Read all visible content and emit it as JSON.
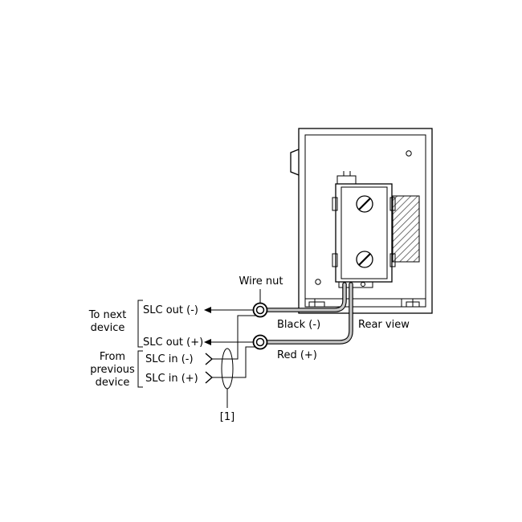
{
  "labels": {
    "to_next_device_line1": "To next",
    "to_next_device_line2": "device",
    "from_previous_device_line1": "From",
    "from_previous_device_line2": "previous",
    "from_previous_device_line3": "device",
    "slc_out_neg": "SLC out (-)",
    "slc_out_pos": "SLC out (+)",
    "slc_in_neg": "SLC in (-)",
    "slc_in_pos": "SLC in (+)",
    "wire_nut": "Wire nut",
    "black_wire": "Black (-)",
    "red_wire": "Red (+)",
    "rear_view": "Rear view",
    "callout_1": "[1]"
  },
  "colors": {
    "line": "#000000",
    "wire_fill": "#c8c8c8",
    "hatch": "#555555"
  }
}
